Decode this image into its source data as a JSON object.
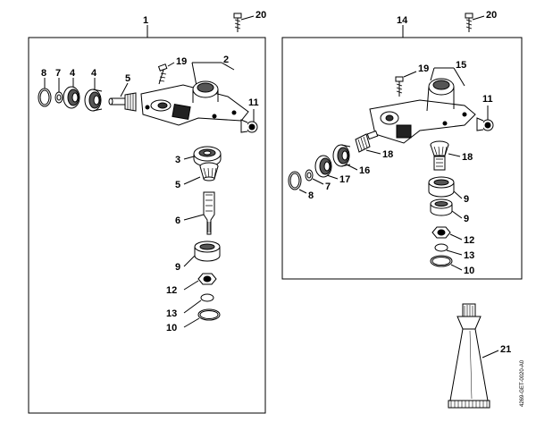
{
  "diagram": {
    "drawing_code": "4269-GET-0020-A0",
    "callouts": [
      {
        "id": "c1",
        "label": "1"
      },
      {
        "id": "c2",
        "label": "2"
      },
      {
        "id": "c3",
        "label": "3"
      },
      {
        "id": "c4a",
        "label": "4"
      },
      {
        "id": "c4b",
        "label": "4"
      },
      {
        "id": "c5a",
        "label": "5"
      },
      {
        "id": "c5b",
        "label": "5"
      },
      {
        "id": "c6",
        "label": "6"
      },
      {
        "id": "c7a",
        "label": "7"
      },
      {
        "id": "c7b",
        "label": "7"
      },
      {
        "id": "c8a",
        "label": "8"
      },
      {
        "id": "c8b",
        "label": "8"
      },
      {
        "id": "c9a",
        "label": "9"
      },
      {
        "id": "c9b",
        "label": "9"
      },
      {
        "id": "c9c",
        "label": "9"
      },
      {
        "id": "c10a",
        "label": "10"
      },
      {
        "id": "c10b",
        "label": "10"
      },
      {
        "id": "c11a",
        "label": "11"
      },
      {
        "id": "c11b",
        "label": "11"
      },
      {
        "id": "c12a",
        "label": "12"
      },
      {
        "id": "c12b",
        "label": "12"
      },
      {
        "id": "c13a",
        "label": "13"
      },
      {
        "id": "c13b",
        "label": "13"
      },
      {
        "id": "c14",
        "label": "14"
      },
      {
        "id": "c15",
        "label": "15"
      },
      {
        "id": "c16",
        "label": "16"
      },
      {
        "id": "c17",
        "label": "17"
      },
      {
        "id": "c18a",
        "label": "18"
      },
      {
        "id": "c18b",
        "label": "18"
      },
      {
        "id": "c19a",
        "label": "19"
      },
      {
        "id": "c19b",
        "label": "19"
      },
      {
        "id": "c20a",
        "label": "20"
      },
      {
        "id": "c20b",
        "label": "20"
      },
      {
        "id": "c21",
        "label": "21"
      }
    ]
  }
}
